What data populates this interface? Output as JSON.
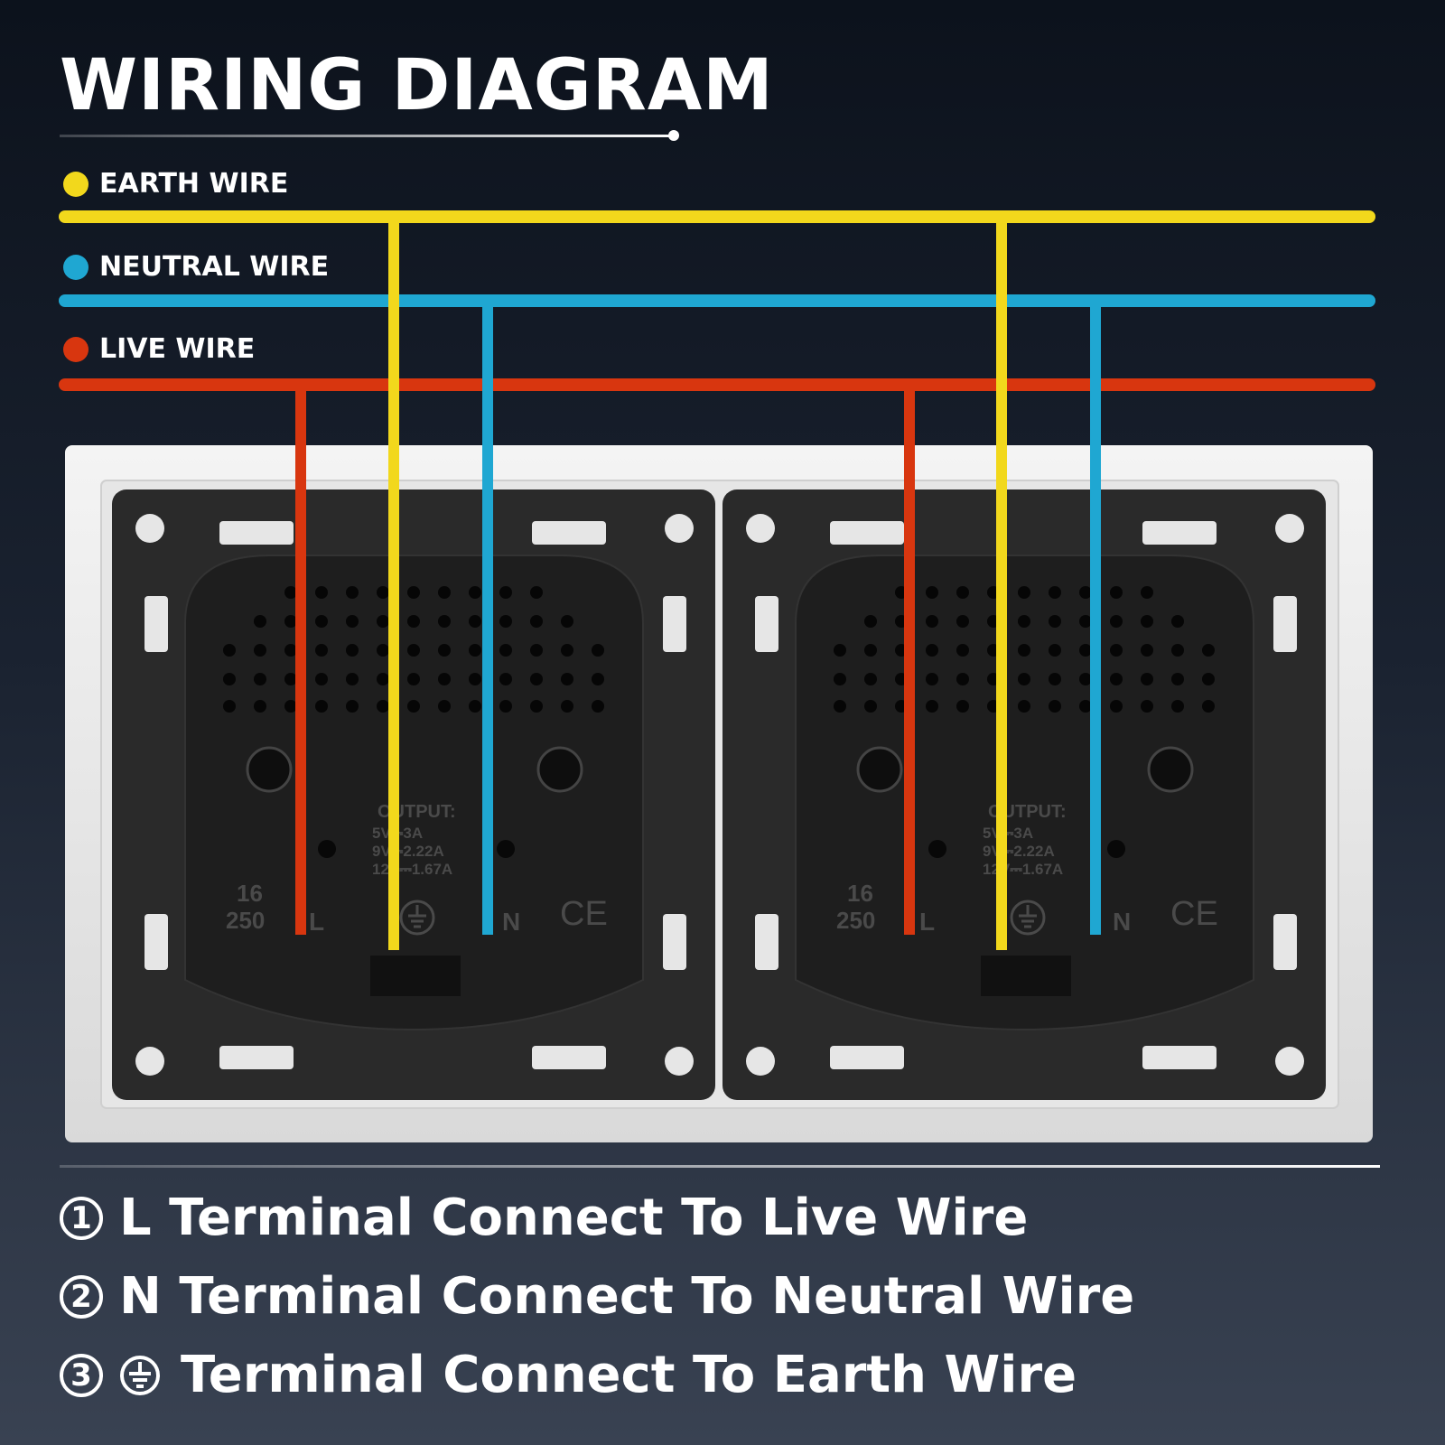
{
  "header": {
    "title": "WIRING DIAGRAM"
  },
  "legend": [
    {
      "label": "EARTH WIRE",
      "color": "#f2d81c"
    },
    {
      "label": "NEUTRAL WIRE",
      "color": "#1fa7d2"
    },
    {
      "label": "LIVE WIRE",
      "color": "#d8360f"
    }
  ],
  "socket_labels": {
    "output_heading": "OUTPUT:",
    "output_lines": [
      "5V⎓3A",
      "9V⎓2.22A",
      "12V⎓1.67A"
    ],
    "rating_top": "16",
    "rating_bottom": "250",
    "terminal_live": "L",
    "terminal_neutral": "N",
    "ce_mark": "CE"
  },
  "instructions": [
    {
      "number": "1",
      "text": "L Terminal Connect To Live Wire"
    },
    {
      "number": "2",
      "text": "N Terminal Connect To Neutral Wire"
    },
    {
      "number": "3",
      "text": "Terminal Connect To Earth Wire",
      "icon": "earth-ground-icon"
    }
  ]
}
